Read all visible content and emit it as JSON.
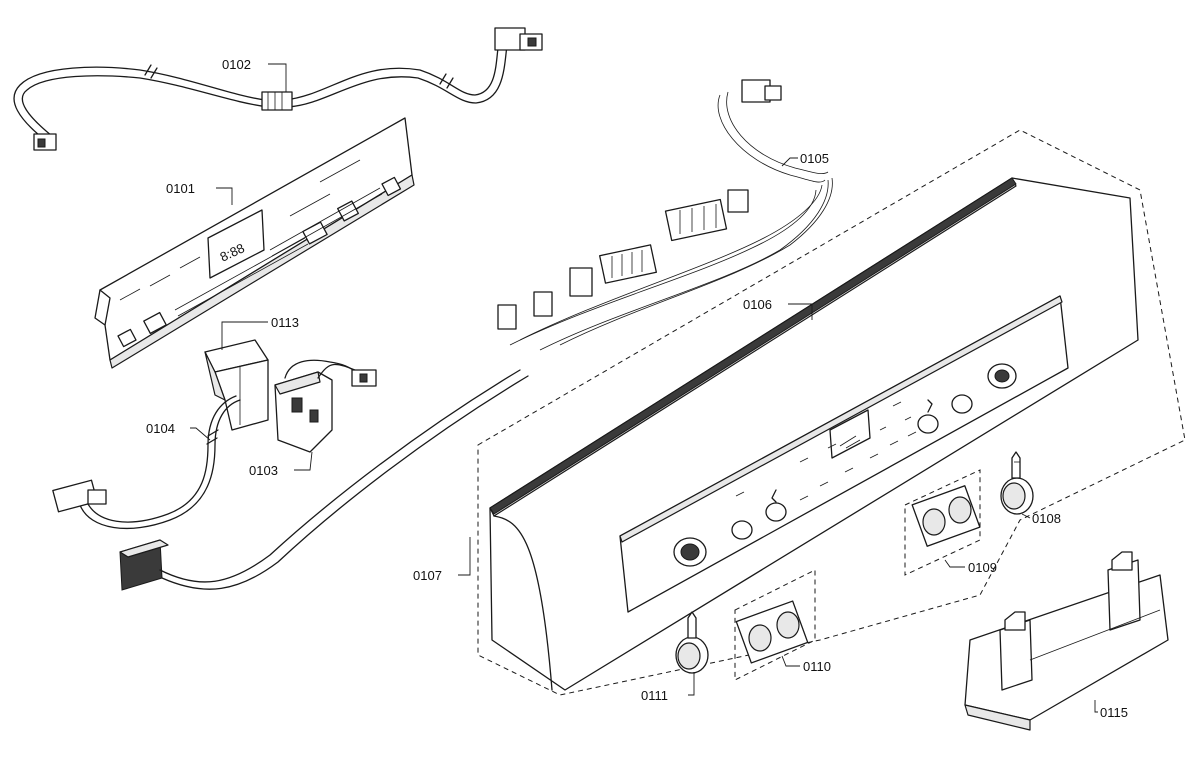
{
  "diagram": {
    "parts": [
      {
        "id": "0101",
        "label": "0101"
      },
      {
        "id": "0102",
        "label": "0102"
      },
      {
        "id": "0103",
        "label": "0103"
      },
      {
        "id": "0104",
        "label": "0104"
      },
      {
        "id": "0105",
        "label": "0105"
      },
      {
        "id": "0106",
        "label": "0106"
      },
      {
        "id": "0107",
        "label": "0107"
      },
      {
        "id": "0108",
        "label": "0108"
      },
      {
        "id": "0109",
        "label": "0109"
      },
      {
        "id": "0110",
        "label": "0110"
      },
      {
        "id": "0111",
        "label": "0111"
      },
      {
        "id": "0113",
        "label": "0113"
      },
      {
        "id": "0115",
        "label": "0115"
      }
    ],
    "display_text": "8:88"
  },
  "colors": {
    "line": "#1a1a1a",
    "background": "#ffffff",
    "panel": "#e8e8e8"
  }
}
